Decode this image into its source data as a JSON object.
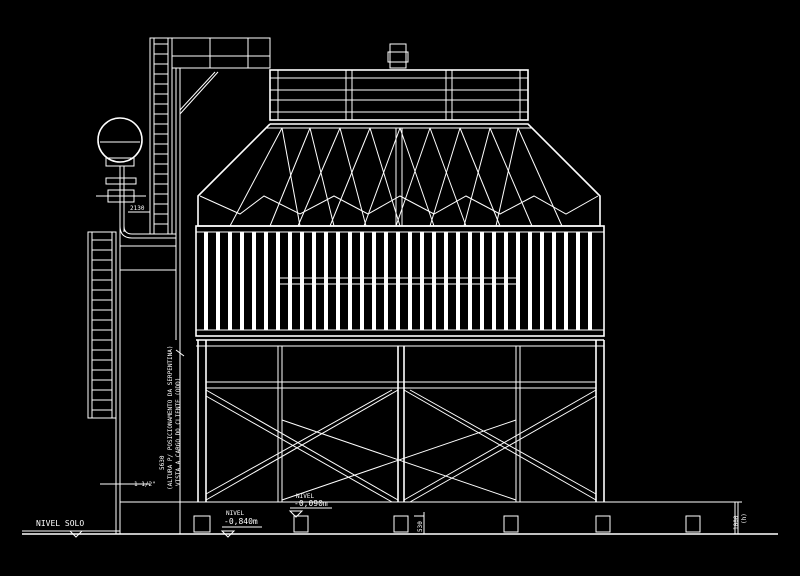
{
  "drawing": {
    "background": "#000000",
    "line_color": "#ffffff",
    "labels": {
      "nivel_solo": "NIVEL SOLO",
      "nivel_left": "NIVEL",
      "nivel_left_value": "-0,840m",
      "nivel_mid": "NIVEL",
      "nivel_mid_value": "-0,090m",
      "dim_2130": "2130",
      "dim_112": "1 1/2\"",
      "dim_5630": "5630",
      "vertical_note_1": "(ALTURA P/ POSICIONAMENTO DA SERPENTINA)",
      "vertical_note_2": "VISTA A CARGO DO CLIENTE (ODD)",
      "dim_right": "1000",
      "dim_right_unit": "(h)",
      "dim_small": "530"
    }
  }
}
